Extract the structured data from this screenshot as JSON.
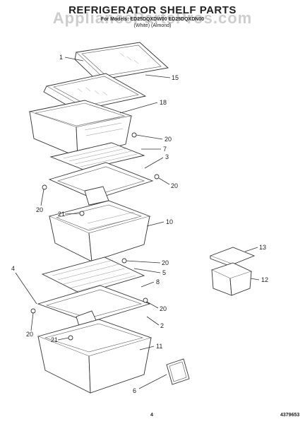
{
  "header": {
    "watermark": "AppliancePartsPros.com",
    "title": "REFRIGERATOR SHELF PARTS",
    "models": "For Models: ED25DQXDW00 ED25DQXDN00",
    "colors": "(White)       (Almond)"
  },
  "footer": {
    "page_number": "4",
    "doc_number": "4379653"
  },
  "callouts": [
    "1",
    "15",
    "18",
    "20",
    "7",
    "3",
    "20",
    "20",
    "21",
    "10",
    "20",
    "5",
    "8",
    "4",
    "20",
    "2",
    "20",
    "21",
    "11",
    "6",
    "13",
    "12"
  ]
}
